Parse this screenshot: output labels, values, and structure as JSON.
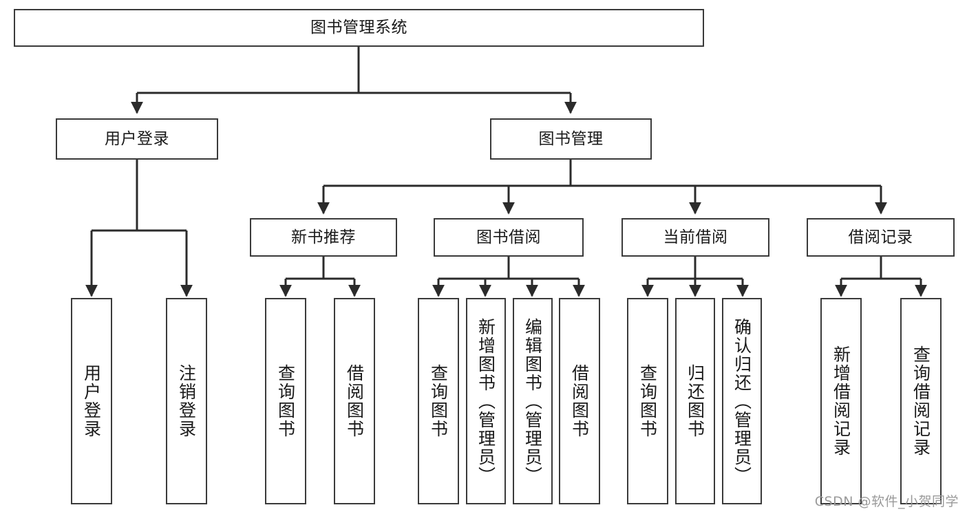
{
  "diagram": {
    "title": "图书管理系统",
    "type": "tree-hierarchy",
    "watermark": "CSDN @软件_小贺同学",
    "colors": {
      "border": "#3a3a3a",
      "background": "#ffffff",
      "text": "#1a1a1a",
      "edge": "#2b2b2b",
      "watermark": "#9a9a9a"
    }
  },
  "nodes": {
    "root": {
      "label": "图书管理系统",
      "level": 1,
      "orientation": "horizontal"
    },
    "level2": [
      {
        "id": "user-login",
        "label": "用户登录",
        "orientation": "horizontal"
      },
      {
        "id": "book-manage",
        "label": "图书管理",
        "orientation": "horizontal"
      }
    ],
    "level3": [
      {
        "id": "new-book-recommend",
        "label": "新书推荐",
        "orientation": "horizontal",
        "parent": "book-manage"
      },
      {
        "id": "book-borrow",
        "label": "图书借阅",
        "orientation": "horizontal",
        "parent": "book-manage"
      },
      {
        "id": "current-borrow",
        "label": "当前借阅",
        "orientation": "horizontal",
        "parent": "book-manage"
      },
      {
        "id": "borrow-record",
        "label": "借阅记录",
        "orientation": "horizontal",
        "parent": "book-manage"
      }
    ],
    "leaves": [
      {
        "id": "leaf-user-login",
        "label": "用户登录",
        "parent": "user-login",
        "orientation": "vertical"
      },
      {
        "id": "leaf-logout",
        "label": "注销登录",
        "parent": "user-login",
        "orientation": "vertical"
      },
      {
        "id": "leaf-query-book-1",
        "label": "查询图书",
        "parent": "new-book-recommend",
        "orientation": "vertical"
      },
      {
        "id": "leaf-borrow-book-1",
        "label": "借阅图书",
        "parent": "new-book-recommend",
        "orientation": "vertical"
      },
      {
        "id": "leaf-query-book-2",
        "label": "查询图书",
        "parent": "book-borrow",
        "orientation": "vertical"
      },
      {
        "id": "leaf-add-book",
        "label": "新增图书（管理员）",
        "parent": "book-borrow",
        "orientation": "vertical"
      },
      {
        "id": "leaf-edit-book",
        "label": "编辑图书（管理员）",
        "parent": "book-borrow",
        "orientation": "vertical"
      },
      {
        "id": "leaf-borrow-book-2",
        "label": "借阅图书",
        "parent": "book-borrow",
        "orientation": "vertical"
      },
      {
        "id": "leaf-query-book-3",
        "label": "查询图书",
        "parent": "current-borrow",
        "orientation": "vertical"
      },
      {
        "id": "leaf-return-book",
        "label": "归还图书",
        "parent": "current-borrow",
        "orientation": "vertical"
      },
      {
        "id": "leaf-confirm-return",
        "label": "确认归还（管理员）",
        "parent": "current-borrow",
        "orientation": "vertical"
      },
      {
        "id": "leaf-add-record",
        "label": "新增借阅记录",
        "parent": "borrow-record",
        "orientation": "vertical"
      },
      {
        "id": "leaf-query-record",
        "label": "查询借阅记录",
        "parent": "borrow-record",
        "orientation": "vertical"
      }
    ]
  }
}
